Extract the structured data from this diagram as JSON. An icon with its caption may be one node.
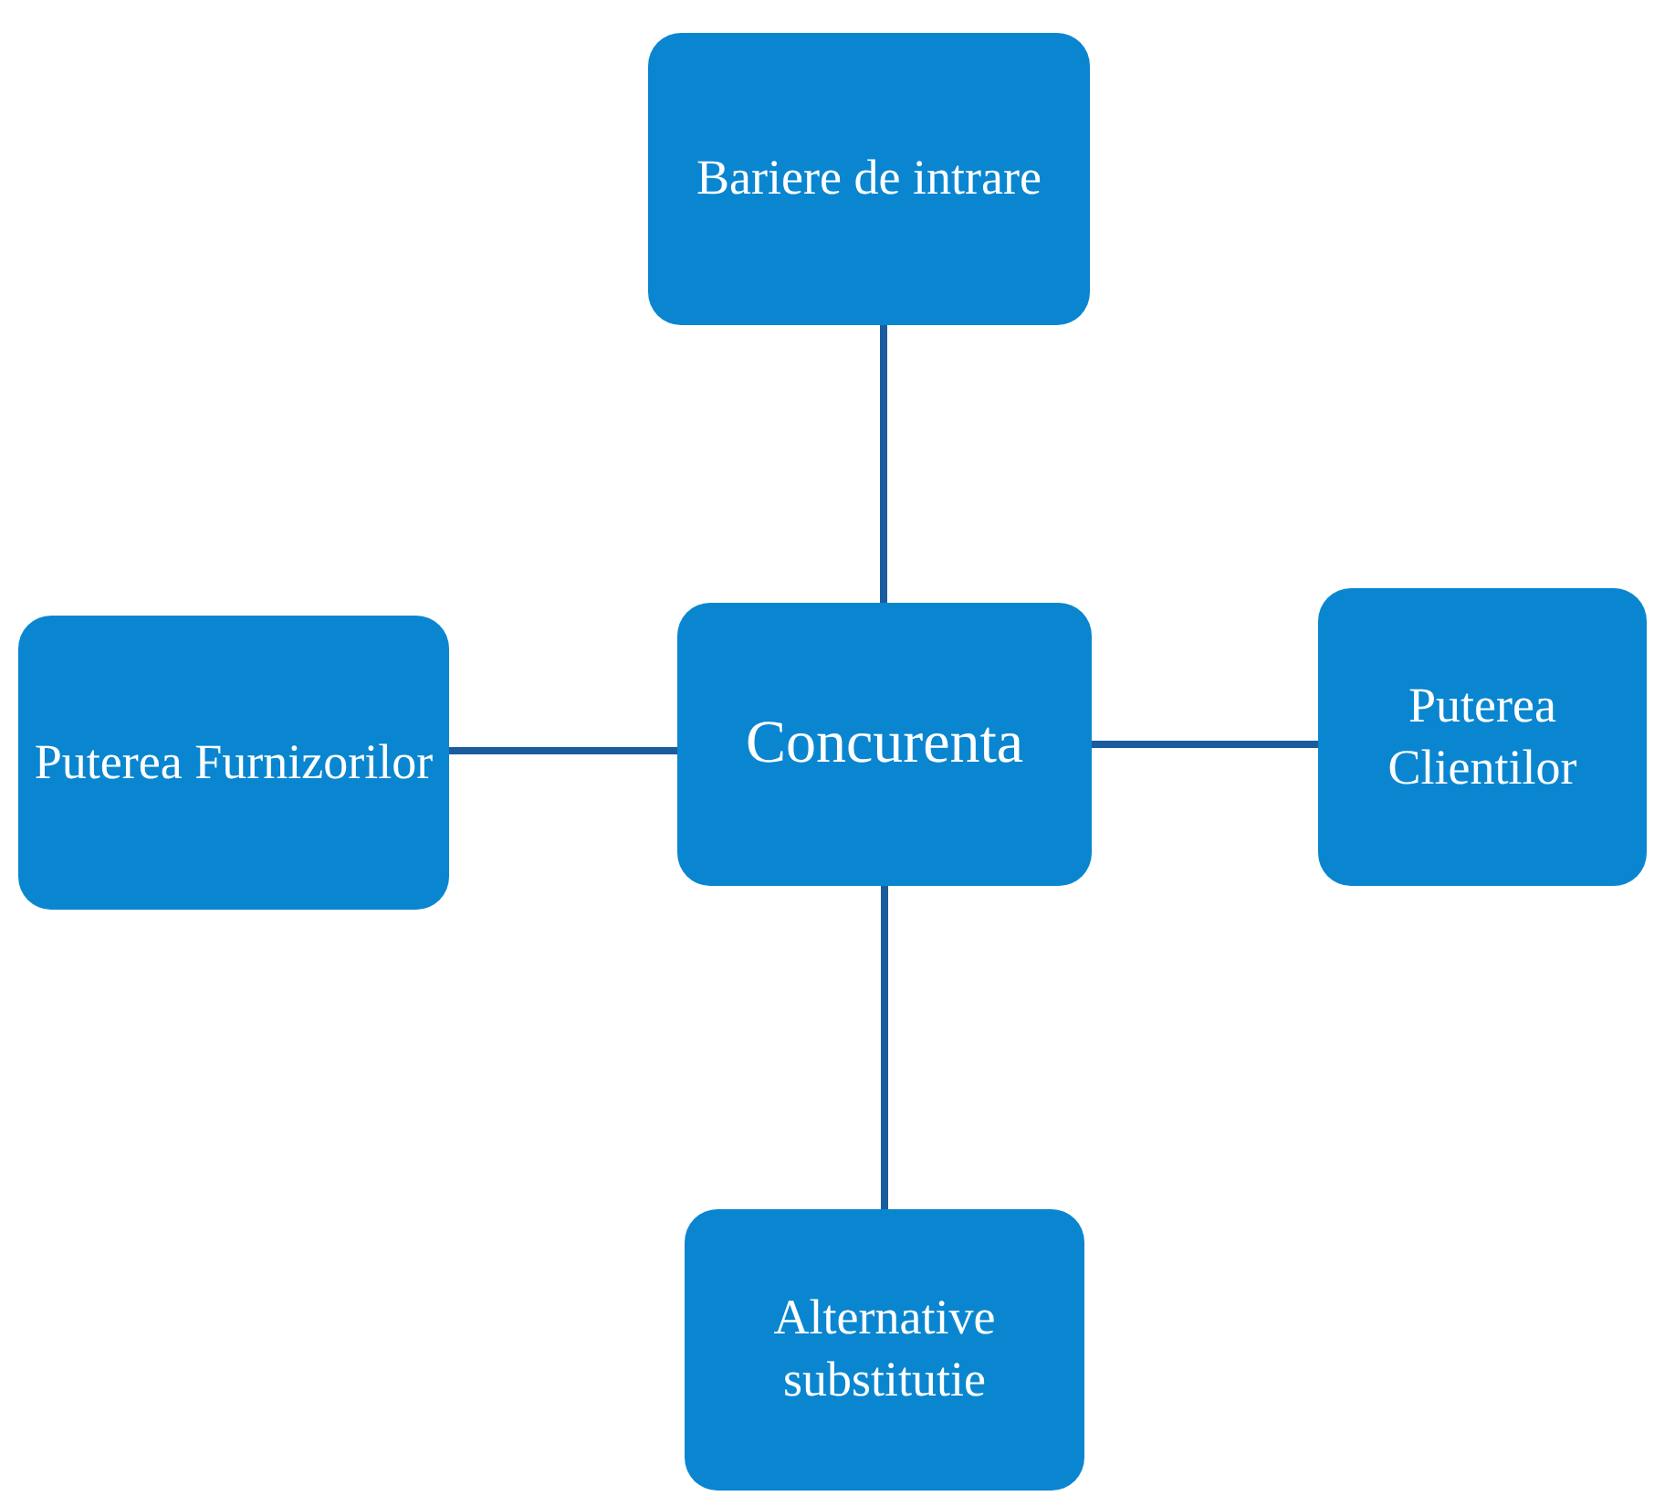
{
  "diagram": {
    "nodes": [
      {
        "text": [
          "Bariere de intrare"
        ]
      },
      {
        "text": [
          "Puterea Furnizorilor"
        ]
      },
      {
        "text": [
          "Concurenta"
        ]
      },
      {
        "text": [
          "Puterea Clientilor"
        ]
      },
      {
        "text": [
          "Alternative substitutie"
        ]
      }
    ],
    "edges": [
      {
        "from": 0,
        "to": 2,
        "arrow": "none"
      },
      {
        "from": 1,
        "to": 2,
        "arrow": "none"
      },
      {
        "from": 2,
        "to": 3,
        "arrow": "none"
      },
      {
        "from": 2,
        "to": 4,
        "arrow": "none"
      }
    ]
  }
}
